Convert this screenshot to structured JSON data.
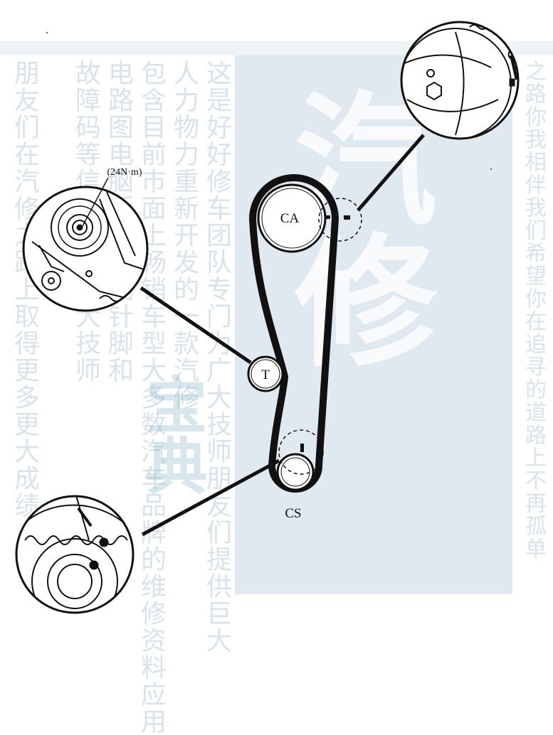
{
  "labels": {
    "camshaft": "CA",
    "tensioner": "T",
    "crankshaft": "CS",
    "torque": "(24N·m)"
  },
  "watermark": {
    "big": "汽修",
    "mid": "宝典",
    "columns": [
      "这是好好修车团队专门为广大技师朋友们提供巨大",
      "人力物力重新开发的一款汽修",
      "包含目前市面上畅销车型大多数汽车品牌的维修资料应用",
      "电路图电脑版的电脑针脚和",
      "故障码等信息帮助广大技师",
      "朋友们在汽修之路上取得更多更大成绩",
      "之路你我相伴我们希望你在追寻的道路上不再孤单"
    ]
  },
  "colors": {
    "panel": "#dfe9ef",
    "line": "#111111"
  }
}
